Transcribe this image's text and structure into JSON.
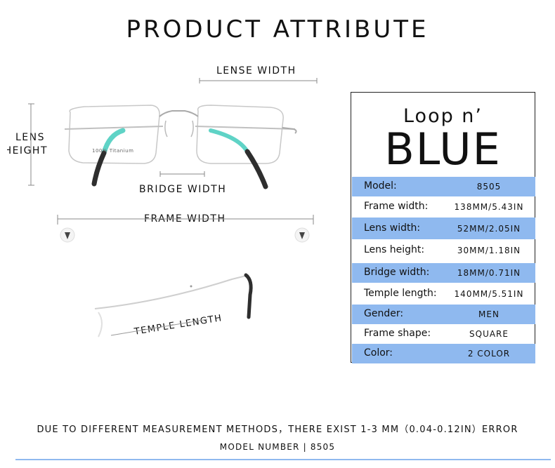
{
  "title": "PRODUCT ATTRIBUTE",
  "dimension_labels": {
    "lense_width": "LENSE WIDTH",
    "lens_height_line1": "LENS",
    "lens_height_line2": "HEIGHT",
    "bridge_width": "BRIDGE WIDTH",
    "frame_width": "FRAME WIDTH",
    "temple_length": "TEMPLE LENGTH"
  },
  "frame_print": "100% Titanium",
  "brand": {
    "line1": "Loop n’",
    "line2": "BLUE"
  },
  "specs": [
    {
      "label": "Model:",
      "value": "8505"
    },
    {
      "label": "Frame width:",
      "value": "138MM/5.43IN"
    },
    {
      "label": "Lens width:",
      "value": "52MM/2.05IN"
    },
    {
      "label": "Lens height:",
      "value": "30MM/1.18IN"
    },
    {
      "label": "Bridge width:",
      "value": "18MM/0.71IN"
    },
    {
      "label": "Temple length:",
      "value": "140MM/5.51IN"
    },
    {
      "label": "Gender:",
      "value": "MEN"
    },
    {
      "label": "Frame shape:",
      "value": "SQUARE"
    },
    {
      "label": "Color:",
      "value": "2 COLOR"
    }
  ],
  "colors": {
    "row_highlight": "#8fb9ef",
    "temple_accent": "#5fd3c6",
    "temple_tip": "#2e2e2e"
  },
  "footer": {
    "disclaimer": "DUE TO DIFFERENT MEASUREMENT METHODS，THERE EXIST 1-3 MM（0.04-0.12IN）ERROR",
    "model_line": "MODEL NUMBER | 8505"
  }
}
